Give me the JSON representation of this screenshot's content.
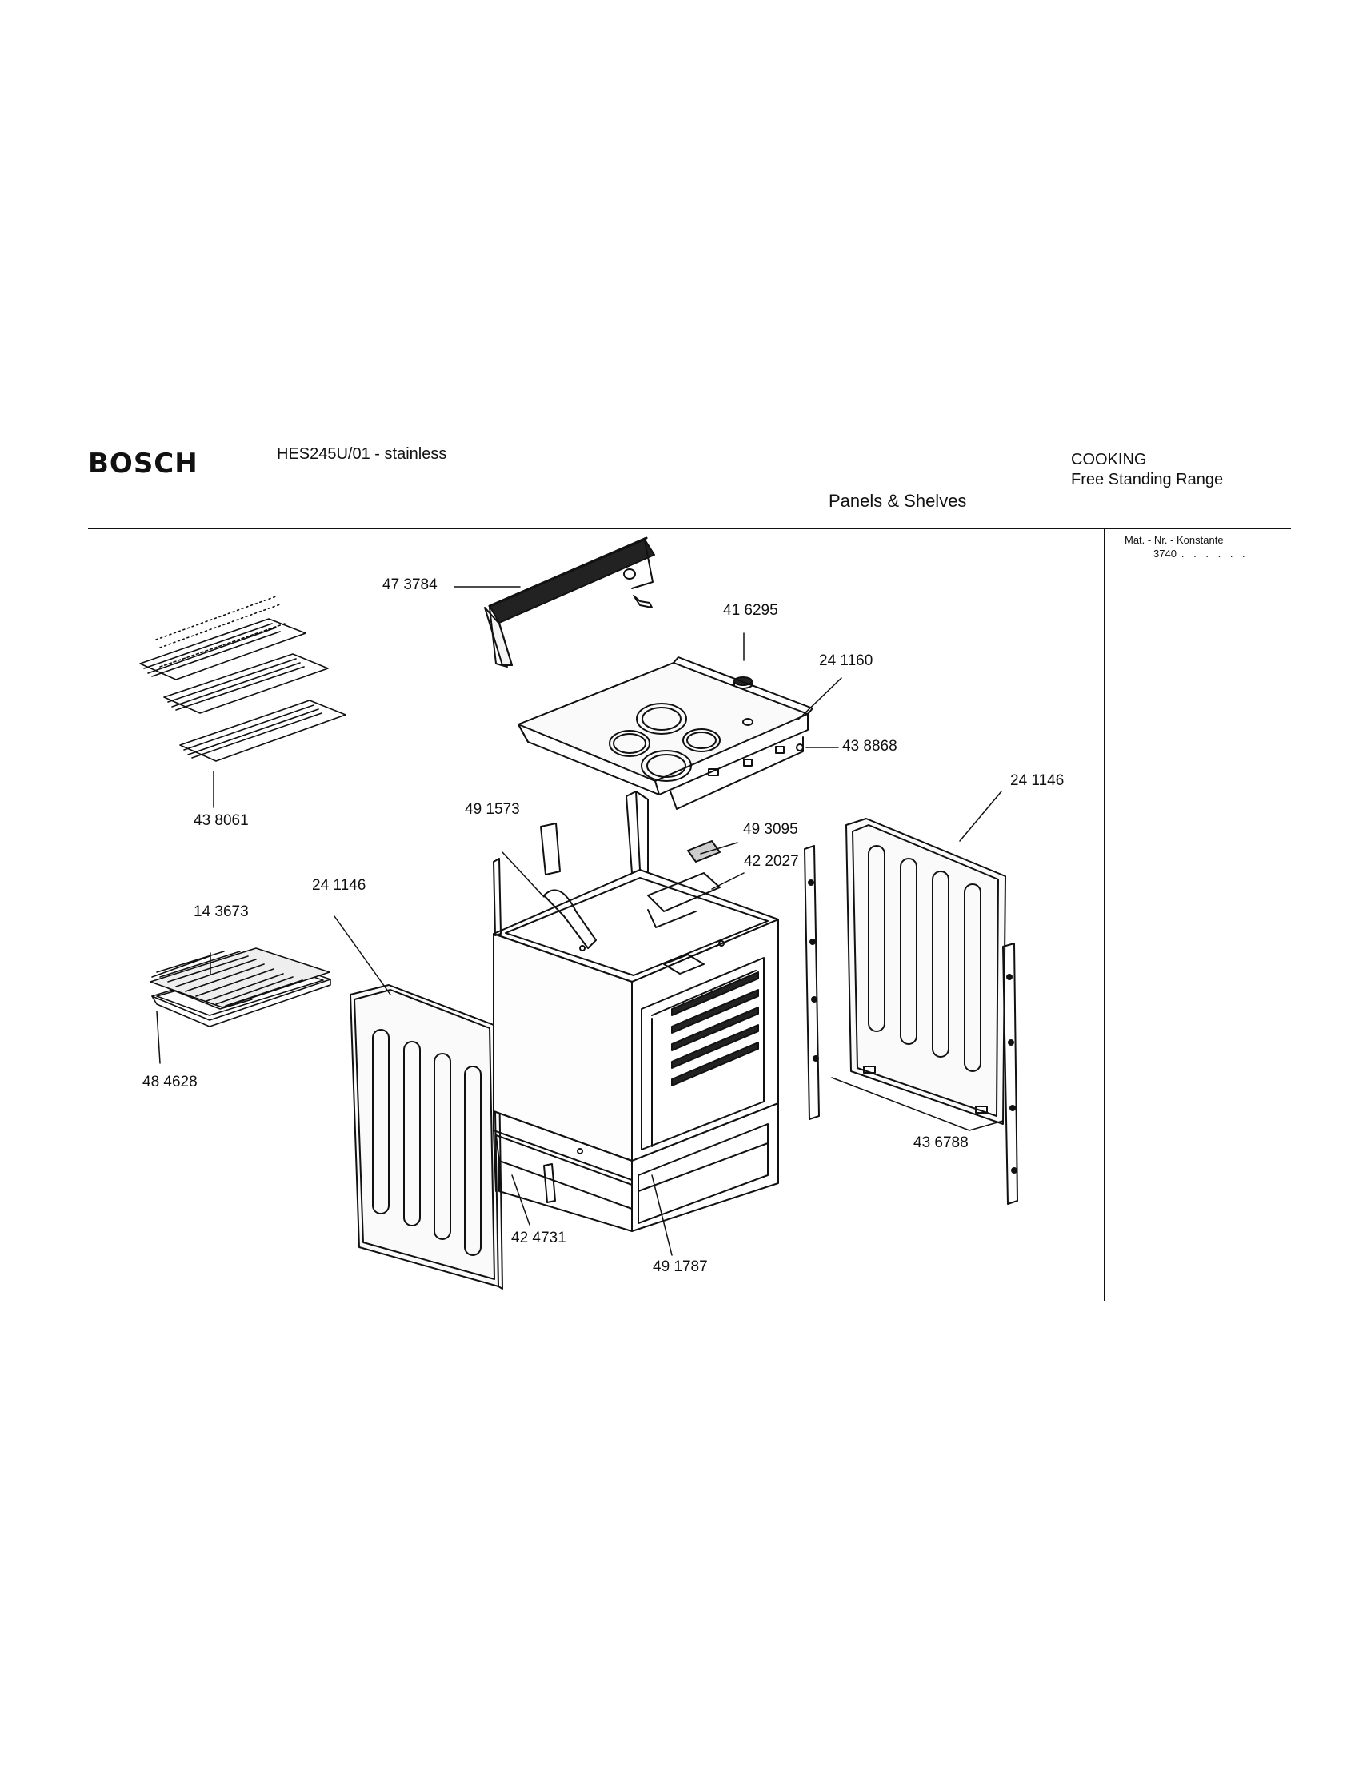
{
  "header": {
    "brand": "BOSCH",
    "model": "HES245U/01 - stainless",
    "category_line1": "COOKING",
    "category_line2": "Free Standing Range",
    "section": "Panels & Shelves"
  },
  "sidebar": {
    "heading": "Mat. - Nr. - Konstante",
    "code": "3740",
    "dots": ". . . . . ."
  },
  "callouts": [
    "47 3784",
    "41 6295",
    "24 1160",
    "43 8868",
    "43 8061",
    "49 1573",
    "49 3095",
    "42 2027",
    "24 1146",
    "24 1146",
    "14 3673",
    "48 4628",
    "43 6788",
    "42 4731",
    "49 1787"
  ]
}
